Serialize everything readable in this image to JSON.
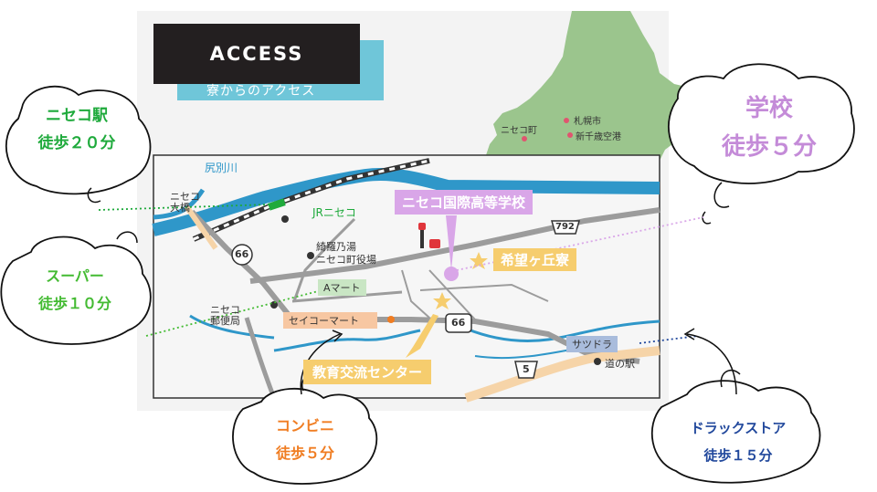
{
  "header": {
    "title": "ACCESS",
    "subtitle": "寮からのアクセス"
  },
  "colors": {
    "river": "#2f97c9",
    "road": "#9c9c9c",
    "land_hokkaido": "#9bc58d",
    "school_pink": "#d9a6e8",
    "highlight_yellow": "#f6cd6e",
    "supermarket_green": "#c9e6c4",
    "convenience_orange": "#f7c7a2",
    "drugstore_blue": "#a9bcdc",
    "station_text": "#1faa3c",
    "supermarket_text": "#44bb33",
    "school_text": "#c48bd8",
    "convenience_text": "#f07d22",
    "drugstore_text": "#21489c"
  },
  "inset_map": {
    "labels": {
      "niseko_town": "ニセコ町",
      "sapporo": "札幌市",
      "new_chitose": "新千歳空港"
    }
  },
  "map": {
    "labels": {
      "river": "尻別川",
      "niseko_ohashi": "ニセコ\n大橋",
      "jr_niseko": "JRニセコ",
      "kirano_yu": "綺羅乃湯",
      "town_office": "ニセコ町役場",
      "post_office": "ニセコ\n郵便局",
      "michi_no_eki": "道の駅"
    },
    "routes": {
      "r792": "792",
      "r66a": "66",
      "r66b": "66",
      "r5": "5"
    },
    "badges": {
      "school": "ニセコ国際高等学校",
      "dorm": "希望ヶ丘寮",
      "supermarket": "Aマート",
      "convenience": "セイコーマート",
      "drugstore": "サツドラ",
      "education_center": "教育交流センター"
    }
  },
  "callouts": {
    "station": {
      "name": "ニセコ駅",
      "time": "徒歩２０分"
    },
    "school": {
      "name": "学校",
      "time": "徒歩５分"
    },
    "supermarket": {
      "name": "スーパー",
      "time": "徒歩１０分"
    },
    "convenience": {
      "name": "コンビニ",
      "time": "徒歩５分"
    },
    "drugstore": {
      "name": "ドラックストア",
      "time": "徒歩１５分"
    }
  }
}
